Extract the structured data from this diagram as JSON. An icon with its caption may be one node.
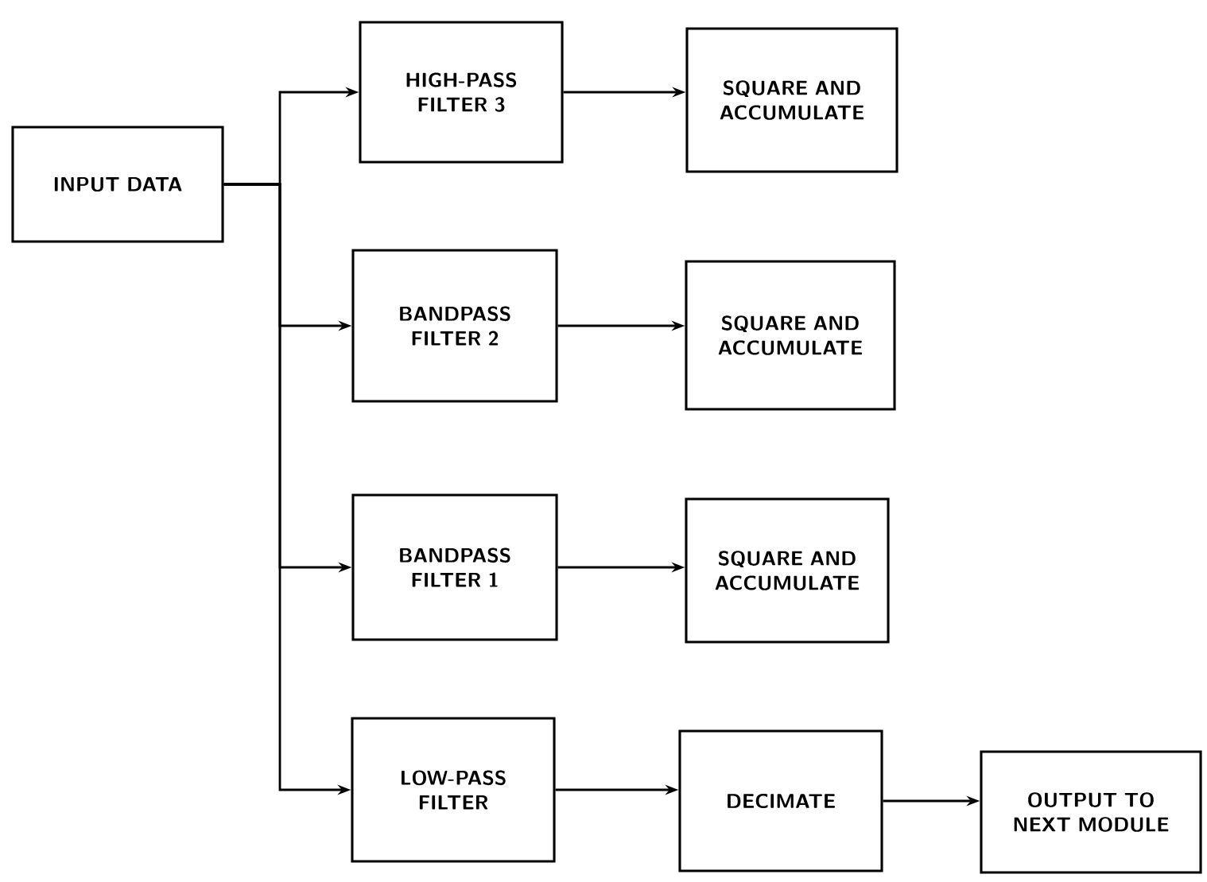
{
  "diagram": {
    "nodes": [
      {
        "text": [
          "INPUT DATA"
        ]
      },
      {
        "text": [
          "HIGH-PASS FILTER 3"
        ]
      },
      {
        "text": [
          "SQUARE AND ACCUMULATE"
        ]
      },
      {
        "text": [
          "BANDPASS FILTER 2"
        ]
      },
      {
        "text": [
          "SQUARE AND ACCUMULATE"
        ]
      },
      {
        "text": [
          "BANDPASS FILTER 1"
        ]
      },
      {
        "text": [
          "SQUARE AND ACCUMULATE"
        ]
      },
      {
        "text": [
          "LOW-PASS FILTER"
        ]
      },
      {
        "text": [
          "DECIMATE"
        ]
      },
      {
        "text": [
          "OUTPUT TO NEXT MODULE"
        ]
      }
    ],
    "edges": [
      {
        "from": 0,
        "to": 1,
        "arrow": "to"
      },
      {
        "from": 0,
        "to": 3,
        "arrow": "to"
      },
      {
        "from": 0,
        "to": 5,
        "arrow": "to"
      },
      {
        "from": 0,
        "to": 7,
        "arrow": "to"
      },
      {
        "from": 1,
        "to": 2,
        "arrow": "to"
      },
      {
        "from": 3,
        "to": 4,
        "arrow": "to"
      },
      {
        "from": 5,
        "to": 6,
        "arrow": "to"
      },
      {
        "from": 7,
        "to": 8,
        "arrow": "to"
      },
      {
        "from": 8,
        "to": 9,
        "arrow": "to"
      }
    ]
  }
}
